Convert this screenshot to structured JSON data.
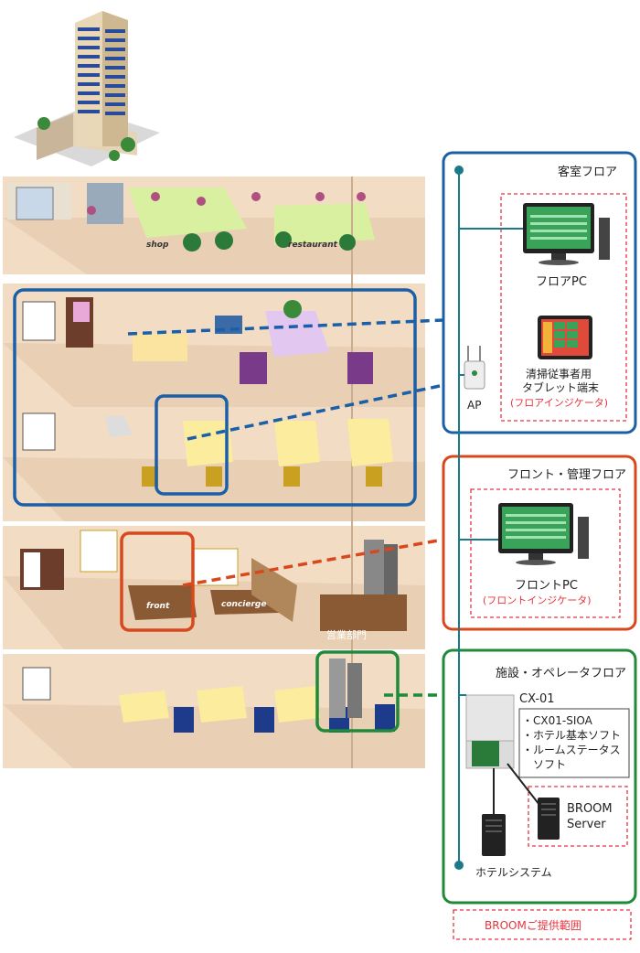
{
  "building": {
    "shop_sign": "shop",
    "restaurant_sign": "restaurant",
    "front_desk": "front",
    "concierge_desk": "concierge",
    "sales_dept": "営業部門"
  },
  "panels": {
    "guest_floor": {
      "title": "客室フロア",
      "floor_pc": "フロアPC",
      "tablet_line1": "清掃従事者用",
      "tablet_line2": "タブレット端末",
      "tablet_note": "(フロアインジケータ)",
      "ap": "AP"
    },
    "front_floor": {
      "title": "フロント・管理フロア",
      "front_pc": "フロントPC",
      "front_note": "(フロントインジケータ)"
    },
    "facility_floor": {
      "title": "施設・オペレータフロア",
      "cx_title": "CX-01",
      "cx_items": [
        "・CX01-SIOA",
        "・ホテル基本ソフト",
        "・ルームステータス",
        "　ソフト"
      ],
      "broom_line1": "BROOM",
      "broom_line2": "Server",
      "hotel_system": "ホテルシステム"
    },
    "legend": "BROOMご提供範囲"
  },
  "colors": {
    "blue": "#1a5fa8",
    "orange": "#d9481d",
    "green": "#1f8a3a",
    "red_dash": "#e8343e",
    "teal_line": "#1a7a8a",
    "floor": "#f3dcc4"
  }
}
